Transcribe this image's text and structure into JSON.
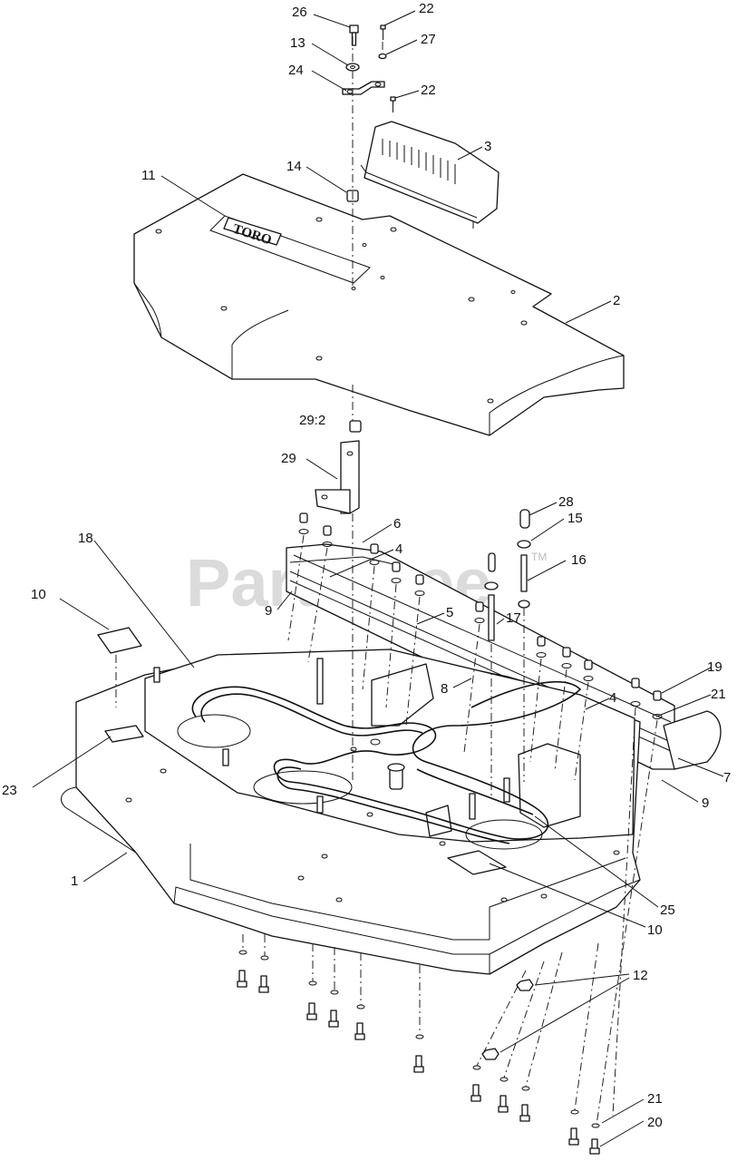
{
  "diagram": {
    "watermark": "PartsTree",
    "watermark_tm": "TM",
    "logo_text": "TORO",
    "callouts": [
      {
        "id": "c26",
        "text": "26"
      },
      {
        "id": "c22a",
        "text": "22"
      },
      {
        "id": "c13",
        "text": "13"
      },
      {
        "id": "c27",
        "text": "27"
      },
      {
        "id": "c24",
        "text": "24"
      },
      {
        "id": "c22b",
        "text": "22"
      },
      {
        "id": "c3",
        "text": "3"
      },
      {
        "id": "c14",
        "text": "14"
      },
      {
        "id": "c11",
        "text": "11"
      },
      {
        "id": "c2",
        "text": "2"
      },
      {
        "id": "c29-2",
        "text": "29:2"
      },
      {
        "id": "c29",
        "text": "29"
      },
      {
        "id": "c28",
        "text": "28"
      },
      {
        "id": "c15",
        "text": "15"
      },
      {
        "id": "c6",
        "text": "6"
      },
      {
        "id": "c18",
        "text": "18"
      },
      {
        "id": "c4a",
        "text": "4"
      },
      {
        "id": "c16",
        "text": "16"
      },
      {
        "id": "c10a",
        "text": "10"
      },
      {
        "id": "c9a",
        "text": "9"
      },
      {
        "id": "c5",
        "text": "5"
      },
      {
        "id": "c17",
        "text": "17"
      },
      {
        "id": "c19",
        "text": "19"
      },
      {
        "id": "c8",
        "text": "8"
      },
      {
        "id": "c21a",
        "text": "21"
      },
      {
        "id": "c4b",
        "text": "4"
      },
      {
        "id": "c7",
        "text": "7"
      },
      {
        "id": "c23",
        "text": "23"
      },
      {
        "id": "c9b",
        "text": "9"
      },
      {
        "id": "c1",
        "text": "1"
      },
      {
        "id": "c25",
        "text": "25"
      },
      {
        "id": "c10b",
        "text": "10"
      },
      {
        "id": "c12",
        "text": "12"
      },
      {
        "id": "c21b",
        "text": "21"
      },
      {
        "id": "c20",
        "text": "20"
      }
    ]
  }
}
